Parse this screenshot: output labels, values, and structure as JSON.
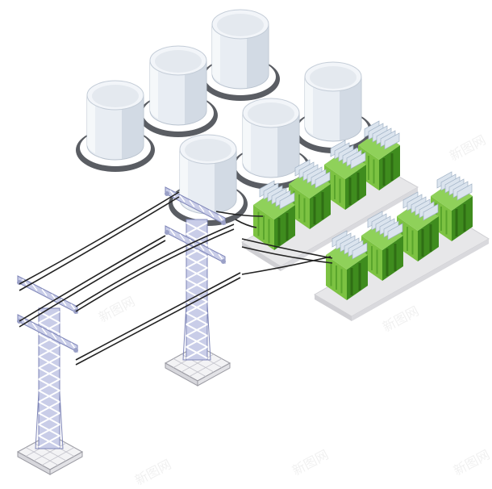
{
  "scene": {
    "tanks": 6,
    "towers": 2,
    "transformers": 8,
    "colors": {
      "tank_body": "#e8edf3",
      "tank_shade": "#c9d2dd",
      "tank_base": "#5a5d63",
      "tower": "#c9cde8",
      "tower_edge": "#7f86b8",
      "transformer_green": "#7cc242",
      "transformer_dark": "#3f8c1e",
      "fins": "#dbe4ee",
      "platform": "#e7e7e9",
      "wire": "#222222"
    }
  },
  "watermark": {
    "text": "新图网"
  }
}
